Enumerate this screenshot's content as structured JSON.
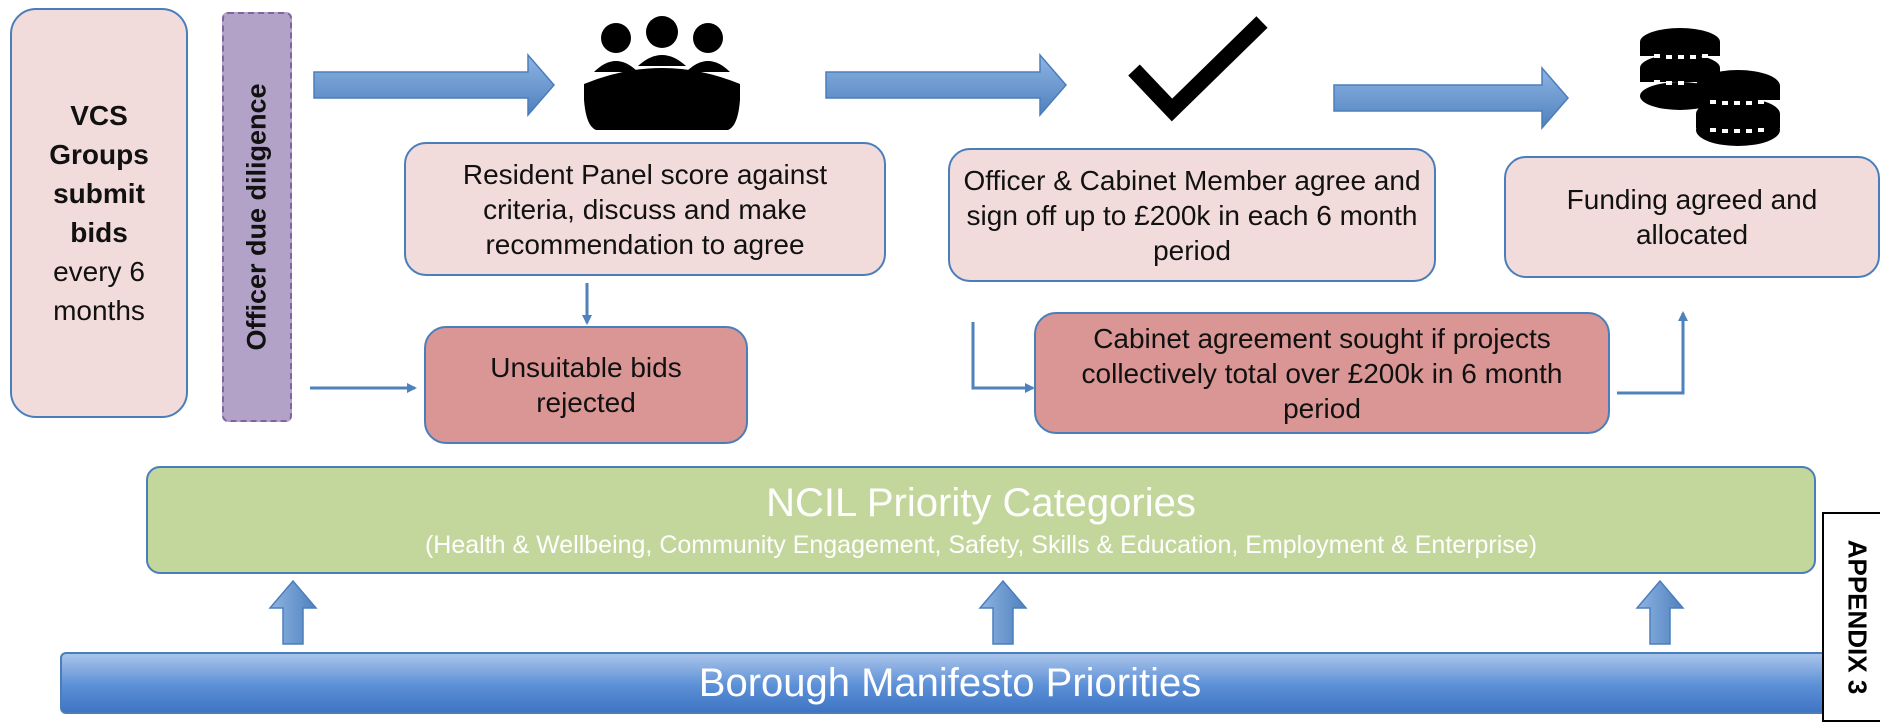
{
  "vcs_box": {
    "bold_lines": [
      "VCS",
      "Groups",
      "submit",
      "bids"
    ],
    "plain_lines": [
      "every 6",
      "months"
    ]
  },
  "officer_due_diligence": "Officer due diligence",
  "resident_panel": "Resident Panel score against criteria, discuss and make recommendation to agree",
  "unsuitable_bids": "Unsuitable bids rejected",
  "officer_cabinet": "Officer & Cabinet Member agree and sign off up to £200k in each 6 month period",
  "cabinet_agreement": "Cabinet agreement sought if projects collectively total over £200k in 6 month period",
  "funding": "Funding agreed and allocated",
  "ncil": {
    "title": "NCIL Priority Categories",
    "subtitle": "(Health & Wellbeing, Community Engagement, Safety, Skills & Education, Employment & Enterprise)"
  },
  "borough": "Borough Manifesto Priorities",
  "appendix": "APPENDIX 3",
  "icons": [
    "people-meeting-icon",
    "checkmark-icon",
    "coins-icon"
  ],
  "colors": {
    "arrow_blue": "#4f81bd",
    "box_pink": "#f2dcdb",
    "box_red": "#d99694",
    "officer_purple": "#b3a2c7",
    "ncil_green": "#c3d69b",
    "border_blue": "#4a7ebb"
  }
}
